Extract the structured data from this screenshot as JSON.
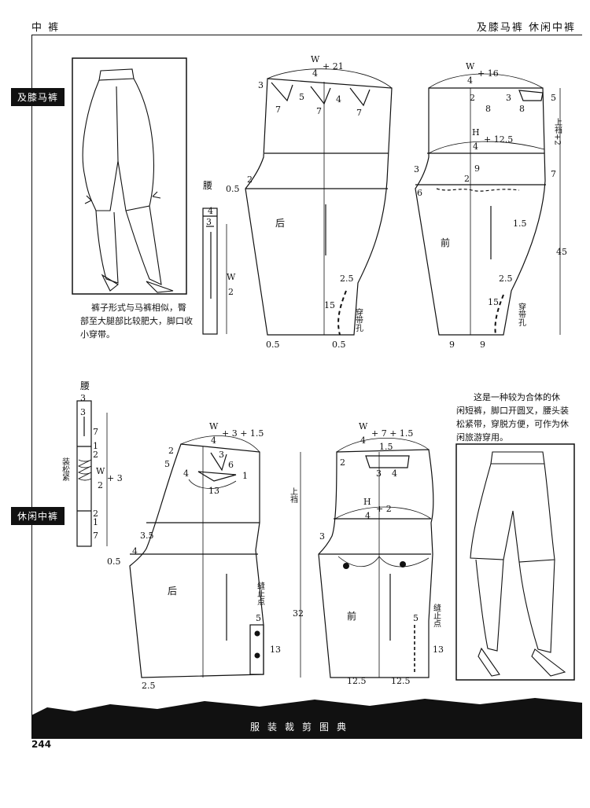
{
  "header": {
    "left": "中  裤",
    "right": "及膝马裤   休闲中裤"
  },
  "sections": [
    {
      "label": "及膝马裤"
    },
    {
      "label": "休闲中裤"
    }
  ],
  "descriptions": {
    "top": [
      "裤子形式与马裤相似，臀",
      "部至大腿部比较肥大，脚口收",
      "小穿带。"
    ],
    "bottom": [
      "这是一种较为合体的休",
      "闲短裤，脚口开圆叉，腰头装",
      "松紧带，穿脱方便，可作为休",
      "闲旅游穿用。"
    ]
  },
  "top": {
    "waist_label": "腰",
    "waist_4": "4",
    "waist_3": "3",
    "waist_w": "W",
    "waist_2": "2",
    "back": {
      "formula_w": "W",
      "formula_4": "4",
      "formula_add": "+ 21",
      "n3": "3",
      "n5": "5",
      "n4": "4",
      "n7a": "7",
      "n7b": "7",
      "n7c": "7",
      "n2": "2",
      "n05a": "0.5",
      "label": "后",
      "n25": "2.5",
      "n15": "15",
      "tie": "穿带孔",
      "n05b": "0.5",
      "n05c": "0.5"
    },
    "front": {
      "formula_w": "W",
      "formula_4": "4",
      "formula_add": "+ 16",
      "n2": "2",
      "n8a": "8",
      "n3": "3",
      "n8b": "8",
      "n5": "5",
      "h_w": "H",
      "h_4": "4",
      "h_add": "+ 12.5",
      "n9": "9",
      "n3b": "3",
      "n2b": "2",
      "n6": "6",
      "n7": "7",
      "label": "前",
      "n15a": "1.5",
      "n25": "2.5",
      "n15": "15",
      "tie": "穿带孔",
      "n9a": "9",
      "n9b": "9",
      "rise": "上裆+2",
      "n45": "45"
    }
  },
  "bottom": {
    "waist_label": "腰",
    "w3a": "3",
    "w3b": "3",
    "w7a": "7",
    "w1a": "1",
    "w2a": "2",
    "elastic": "装松紧",
    "ww": "W",
    "w2": "2",
    "wadd": "+ 3",
    "w2b": "2",
    "w1b": "1",
    "w7b": "7",
    "back": {
      "formula_w": "W",
      "formula_4": "4",
      "formula_add": "+ 3 + 1.5",
      "n2": "2",
      "n3": "3",
      "n5": "5",
      "n6": "6",
      "n4": "4",
      "n1": "1",
      "n13": "13",
      "n35": "3.5",
      "n4b": "4",
      "n05": "0.5",
      "label": "后",
      "stitch": "缝止点",
      "n5b": "5",
      "n13b": "13",
      "n25": "2.5"
    },
    "front": {
      "formula_w": "W",
      "formula_4": "4",
      "formula_add": "+ 7 + 1.5",
      "n15": "1.5",
      "n2": "2",
      "n3": "3",
      "n4": "4",
      "h_w": "H",
      "h_4": "4",
      "h_add": "+ 2",
      "n3b": "3",
      "label": "前",
      "stitch": "缝止点",
      "n5": "5",
      "n13": "13",
      "n125a": "12.5",
      "n125b": "12.5",
      "rise": "上裆",
      "n32": "32"
    }
  },
  "footer": {
    "band": "服装裁剪图典",
    "page": "244"
  }
}
